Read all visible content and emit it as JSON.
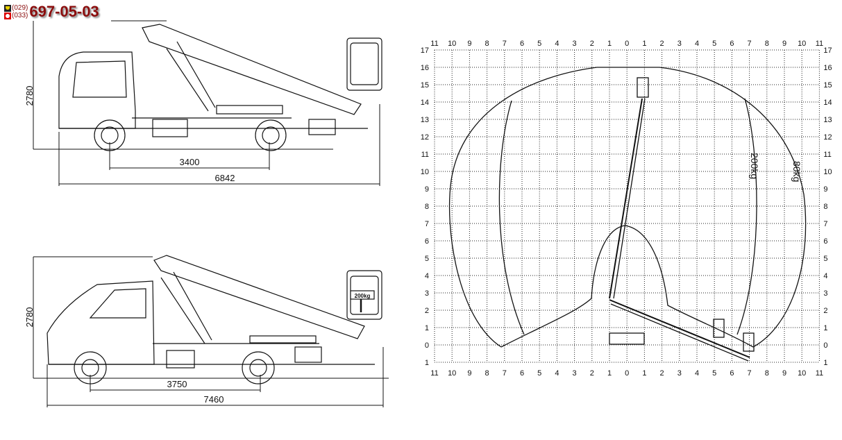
{
  "logo": {
    "code1": "(029)",
    "code2": "(033)",
    "phone": "697-05-03"
  },
  "truck_top": {
    "height_label": "2780",
    "wheelbase_label": "3400",
    "length_label": "6842"
  },
  "truck_bottom": {
    "height_label": "2780",
    "wheelbase_label": "3750",
    "length_label": "7460",
    "basket_label": "200kg"
  },
  "reach_chart": {
    "x_ticks": [
      "11",
      "10",
      "9",
      "8",
      "7",
      "6",
      "5",
      "4",
      "3",
      "2",
      "1",
      "0",
      "1",
      "2",
      "3",
      "4",
      "5",
      "6",
      "7",
      "8",
      "9",
      "10",
      "11"
    ],
    "y_ticks": [
      "17",
      "16",
      "15",
      "14",
      "13",
      "12",
      "11",
      "10",
      "9",
      "8",
      "7",
      "6",
      "5",
      "4",
      "3",
      "2",
      "1",
      "0",
      "1"
    ],
    "inner_label": "200kg",
    "outer_label": "80kg"
  }
}
